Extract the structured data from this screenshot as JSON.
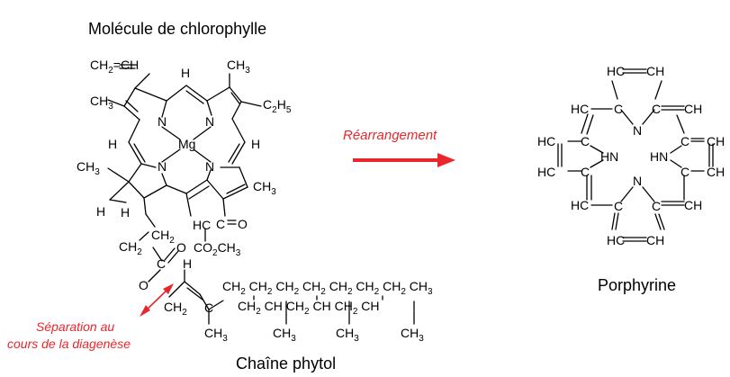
{
  "titles": {
    "chlorophyll": "Molécule de chlorophylle",
    "phytol": "Chaîne phytol",
    "porphyrin": "Porphyrine",
    "rearrangement": "Réarrangement",
    "separation_line1": "Séparation au",
    "separation_line2": "cours de la diagenèse"
  },
  "atoms": {
    "N": "N",
    "H": "H",
    "Mg": "Mg",
    "O": "O",
    "C": "C",
    "CH": "CH",
    "HC": "HC",
    "HN": "HN",
    "CH2": "CH",
    "CH3": "CH",
    "C2H5": "C",
    "CO2CH3": "CO",
    "two": "2",
    "three": "3",
    "five": "5",
    "eqCH": "=CH",
    "eqO": "=O",
    "dashC": "C=",
    "HCeq": "HC"
  },
  "colors": {
    "accent": "#e8262b",
    "ink": "#000000"
  }
}
